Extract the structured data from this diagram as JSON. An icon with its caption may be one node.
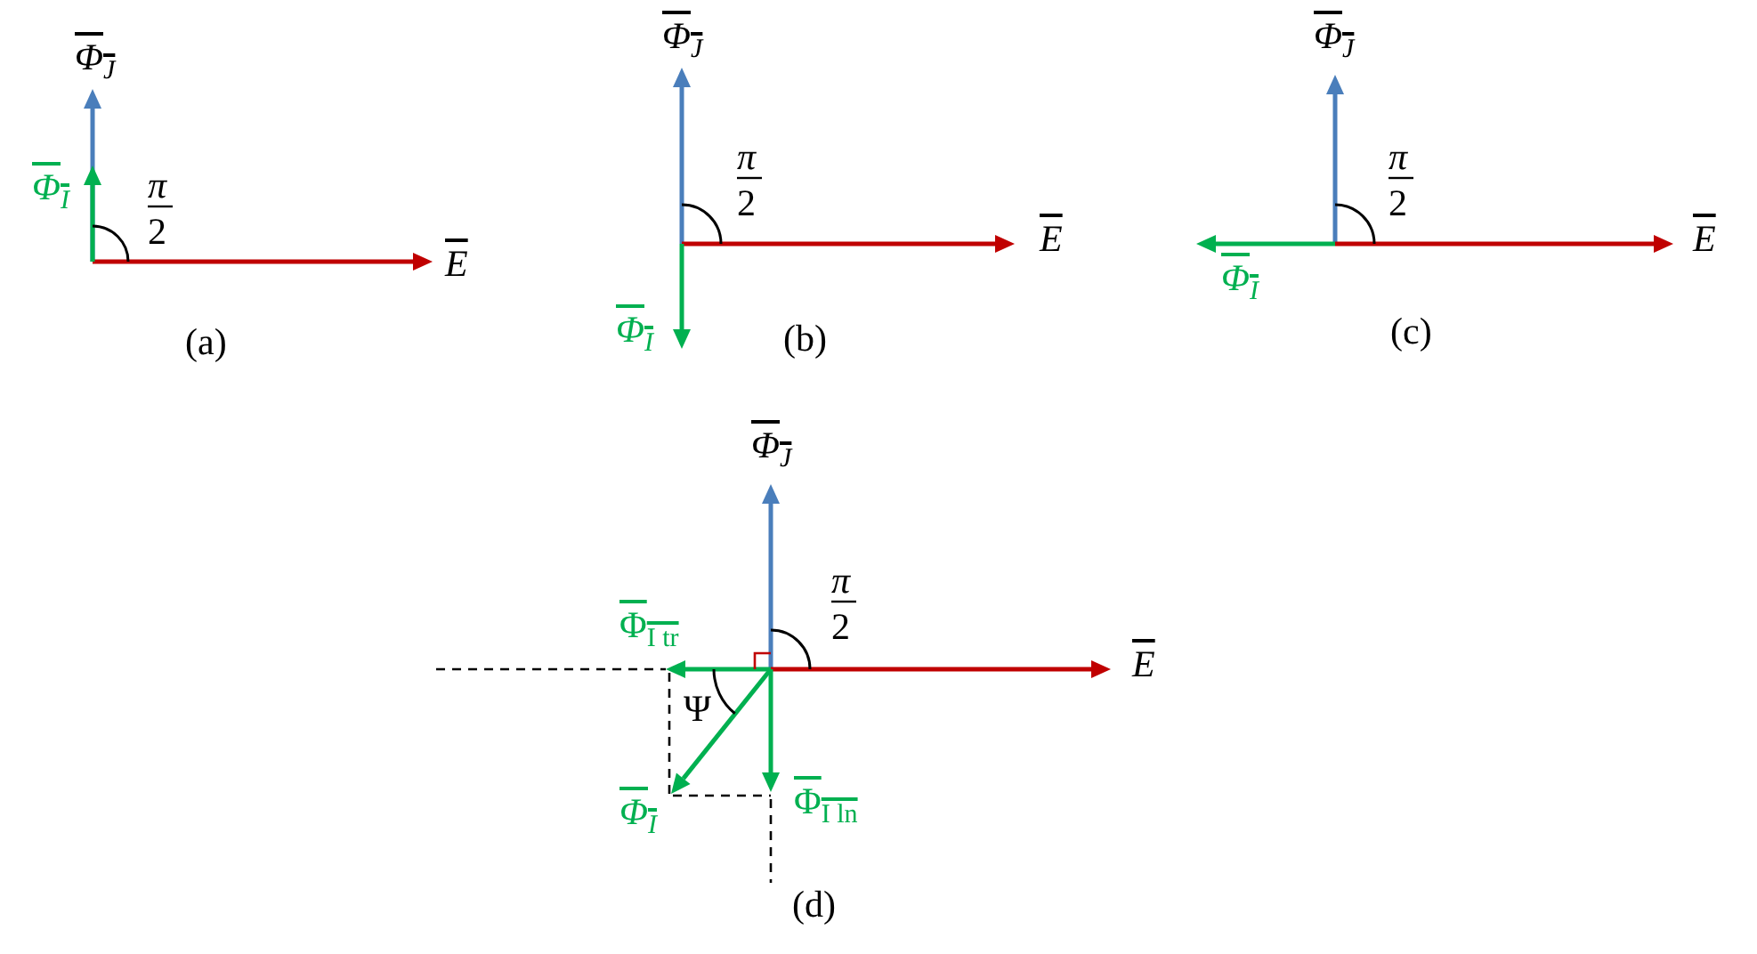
{
  "diagram": {
    "labels": [
      "Φ$_{J}$",
      "Φ$_{I}$",
      "π",
      "2",
      "E",
      "(a)",
      "Φ$_{J}$",
      "π",
      "2",
      "E",
      "Φ$_{I}$",
      "(b)",
      "Φ$_{J}$",
      "π",
      "2",
      "E",
      "Φ$_{I}$",
      "(c)",
      "Φ$_{J}$",
      "π",
      "2",
      "Φ$_{I tr}$",
      "E",
      "Ψ",
      "Φ$_{I}$",
      "Φ$_{I ln}$",
      "(d)"
    ]
  }
}
